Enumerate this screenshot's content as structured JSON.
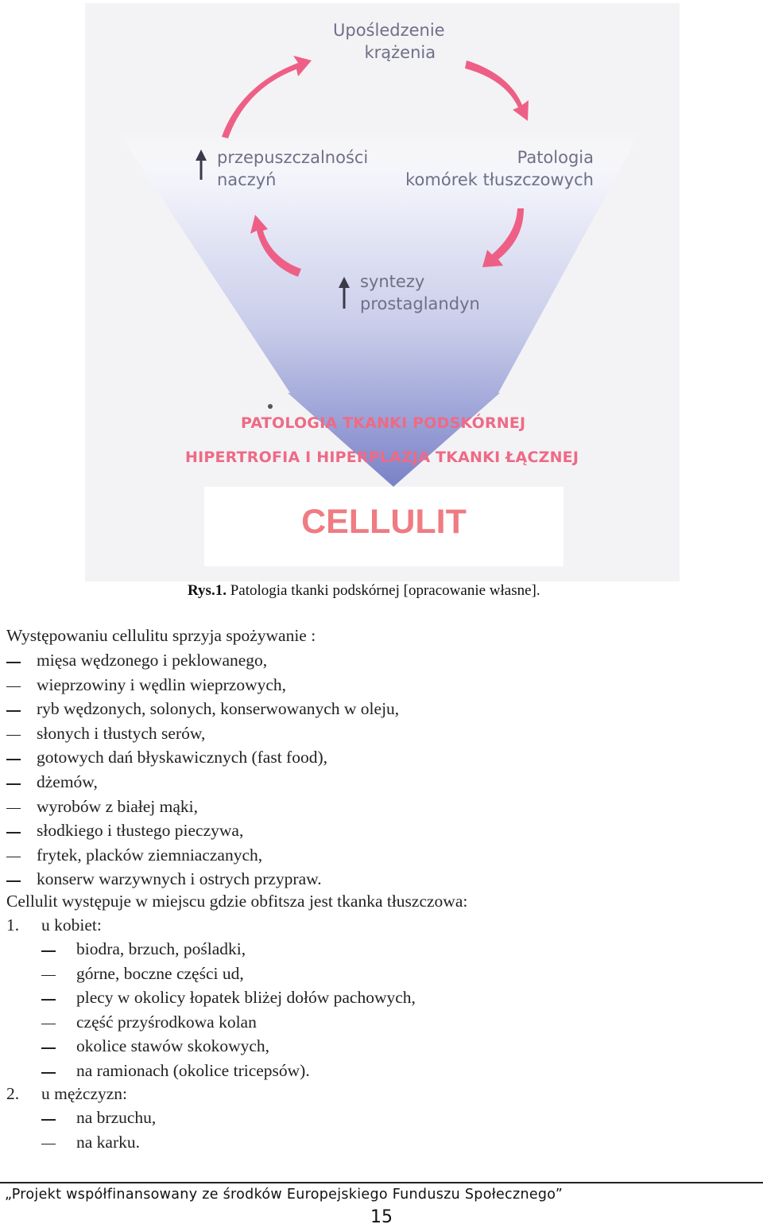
{
  "figure": {
    "labels": {
      "circulation": [
        "Upośledzenie",
        "krążenia"
      ],
      "permeability": [
        "przepuszczalności",
        "naczyń"
      ],
      "fat_cells": [
        "Patologia",
        "komórek tłuszczowych"
      ],
      "prostaglandins": [
        "syntezy",
        "prostaglandyn"
      ]
    },
    "pathology_line1": "PATOLOGIA TKANKI PODSKÓRNEJ",
    "pathology_line2": "HIPERTROFIA I HIPERPLAZJA TKANKI ŁĄCZNEJ",
    "title": "CELLULIT",
    "colors": {
      "arrow": "#ee5f86",
      "funnel_top": "#ffffff",
      "funnel_bottom": "#7a82c8",
      "label": "#6f6f88",
      "title": "#ef7b83"
    }
  },
  "caption": {
    "label": "Rys.1.",
    "text": " Patologia tkanki podskórnej [opracowanie własne]."
  },
  "intro": "Występowaniu cellulitu sprzyja spożywanie :",
  "foods": [
    "mięsa wędzonego i peklowanego,",
    "wieprzowiny i wędlin wieprzowych,",
    "ryb wędzonych, solonych, konserwowanych w oleju,",
    "słonych i tłustych serów,",
    "gotowych dań błyskawicznych (fast food),",
    "dżemów,",
    "wyrobów z białej mąki,",
    "słodkiego i tłustego pieczywa,",
    "frytek, placków ziemniaczanych,",
    "konserw warzywnych i ostrych przypraw."
  ],
  "location_intro": "Cellulit występuje w miejscu gdzie obfitsza jest tkanka tłuszczowa:",
  "women": {
    "number": "1.",
    "heading": "u kobiet:",
    "items": [
      "biodra, brzuch, pośladki,",
      "górne, boczne części ud,",
      "plecy w okolicy łopatek bliżej dołów pachowych,",
      "część przyśrodkowa kolan",
      "okolice stawów skokowych,",
      "na ramionach (okolice tricepsów)."
    ]
  },
  "men": {
    "number": "2.",
    "heading": "u mężczyzn:",
    "items": [
      "na brzuchu,",
      "na karku."
    ]
  },
  "footer": {
    "text": "„Projekt współfinansowany ze środków Europejskiego Funduszu Społecznego”",
    "page": "15"
  }
}
